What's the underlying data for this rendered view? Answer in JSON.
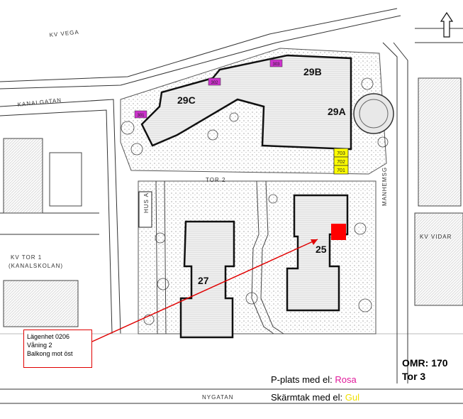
{
  "streets": {
    "kv_vega": "KV VEGA",
    "kanalgatan": "KANALGATAN",
    "kv_tor": "KV TOR 1",
    "kv_tor_sub": "(KANALSKOLAN)",
    "manhemsg": "MANHEMSG",
    "kv_vidar": "KV VIDAR",
    "nygatan": "NYGATAN",
    "hus_a": "HUS A",
    "tor_2": "TOR 2"
  },
  "buildings": {
    "b29b": "29B",
    "b29c": "29C",
    "b29a": "29A",
    "b25": "25",
    "b27": "27"
  },
  "parking": {
    "pink": [
      "301",
      "302",
      "303"
    ],
    "yellow": [
      "703",
      "702",
      "701"
    ],
    "pink_color": "#cc33cc",
    "yellow_color": "#ffff00"
  },
  "target_color": "#ff0000",
  "callout": {
    "line1": "Lägenhet 0206",
    "line2": "Våning 2",
    "line3": "Balkong mot öst",
    "color": "#e00000"
  },
  "legend": {
    "p_label": "P-plats med el: ",
    "p_value": "Rosa",
    "s_label": "Skärmtak  med el: ",
    "s_value": "Gul"
  },
  "area": {
    "omr": "OMR: 170",
    "tor": "Tor 3"
  }
}
